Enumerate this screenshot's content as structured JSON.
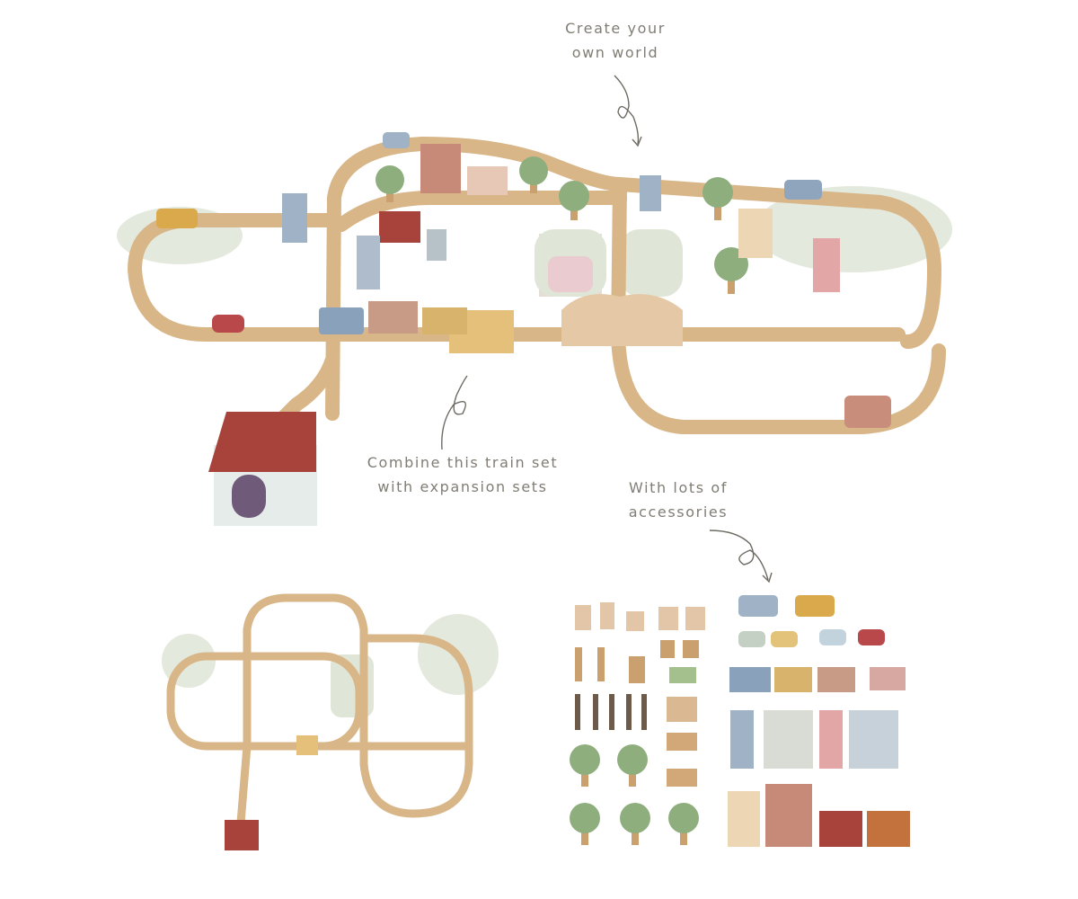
{
  "captions": {
    "create": [
      "Create your",
      "own world"
    ],
    "combine": [
      "Combine this train set",
      "with expansion sets"
    ],
    "accessories": [
      "With lots of",
      "accessories"
    ]
  },
  "colors": {
    "track": "#d8b688",
    "track_edge": "#c29a68",
    "grass": "#dfe6d8",
    "tree": "#8fae7e",
    "roof_red": "#a8433c",
    "blue_house": "#9fb2c6",
    "caption": "#807d74"
  }
}
